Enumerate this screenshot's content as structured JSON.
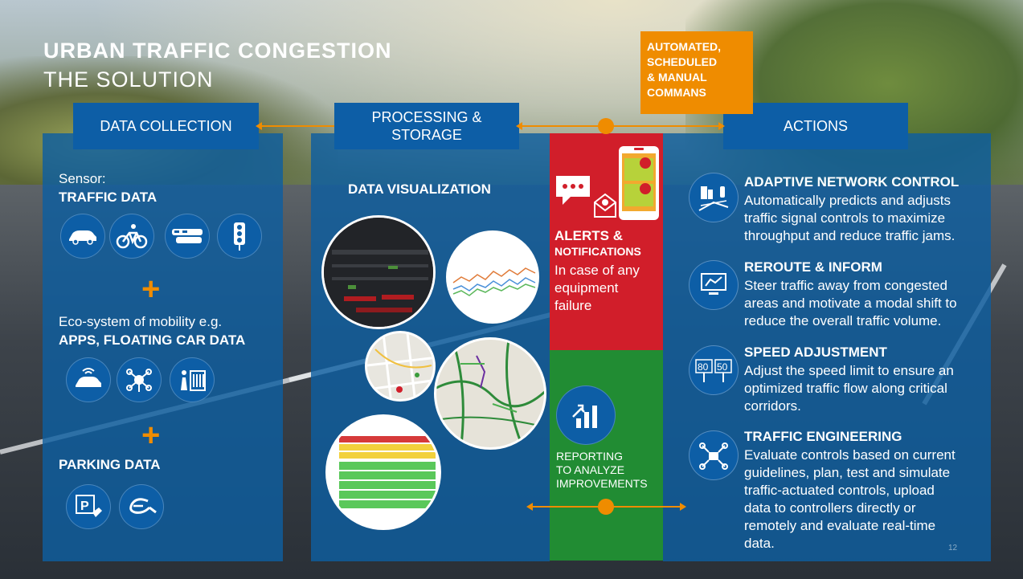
{
  "slide": {
    "title_line1": "URBAN TRAFFIC CONGESTION",
    "title_line2": "THE SOLUTION",
    "page_number": "12"
  },
  "headers": {
    "data_collection": "DATA COLLECTION",
    "processing_line1": "PROCESSING &",
    "processing_line2": "STORAGE",
    "actions": "ACTIONS",
    "automated": [
      "AUTOMATED,",
      "SCHEDULED",
      "& MANUAL",
      "COMMANS"
    ]
  },
  "data_collection": {
    "sensor_label": "Sensor:",
    "traffic_data": "TRAFFIC DATA",
    "ecosystem_label": "Eco-system of mobility e.g.",
    "apps_data": "APPS, FLOATING CAR DATA",
    "parking_data": "PARKING DATA",
    "plus": "+",
    "traffic_icons": [
      "car-icon",
      "bicycle-icon",
      "tram-icon",
      "traffic-light-icon"
    ],
    "apps_icons": [
      "connected-car-icon",
      "network-hub-icon",
      "transit-station-icon"
    ],
    "parking_icons": [
      "parking-icon",
      "ev-charging-icon"
    ]
  },
  "processing": {
    "visualization_title": "DATA VISUALIZATION"
  },
  "alerts": {
    "title_line1": "ALERTS &",
    "title_line2": "NOTIFICATIONS",
    "body": [
      "In case of any",
      "equipment",
      "failure"
    ]
  },
  "reporting": {
    "lines": [
      "REPORTING",
      "TO ANALYZE",
      "IMPROVEMENTS"
    ]
  },
  "actions": [
    {
      "icon": "city-traffic-light-icon",
      "title": "ADAPTIVE NETWORK CONTROL",
      "body": [
        "Automatically predicts and adjusts",
        "traffic signal controls to maximize",
        "throughput and reduce traffic jams."
      ]
    },
    {
      "icon": "monitor-route-icon",
      "title": "REROUTE & INFORM",
      "body": [
        "Steer traffic away from congested",
        "areas and motivate a modal shift to",
        "reduce the overall traffic volume."
      ]
    },
    {
      "icon": "speed-limit-icon",
      "title": "SPEED ADJUSTMENT",
      "body": [
        "Adjust the speed limit to ensure an",
        "optimized traffic flow along critical",
        "corridors."
      ],
      "speed_values": [
        "80",
        "50"
      ]
    },
    {
      "icon": "network-engineering-icon",
      "title": "TRAFFIC ENGINEERING",
      "body": [
        "Evaluate controls based on current",
        "guidelines, plan, test and simulate",
        "traffic-actuated controls, upload",
        "data to controllers directly or",
        "remotely and evaluate real-time",
        "data."
      ]
    }
  ],
  "colors": {
    "panel_blue": "#0d5ea6",
    "orange": "#ef8c00",
    "alert_red": "#d11e2a",
    "report_green": "#218c33"
  }
}
